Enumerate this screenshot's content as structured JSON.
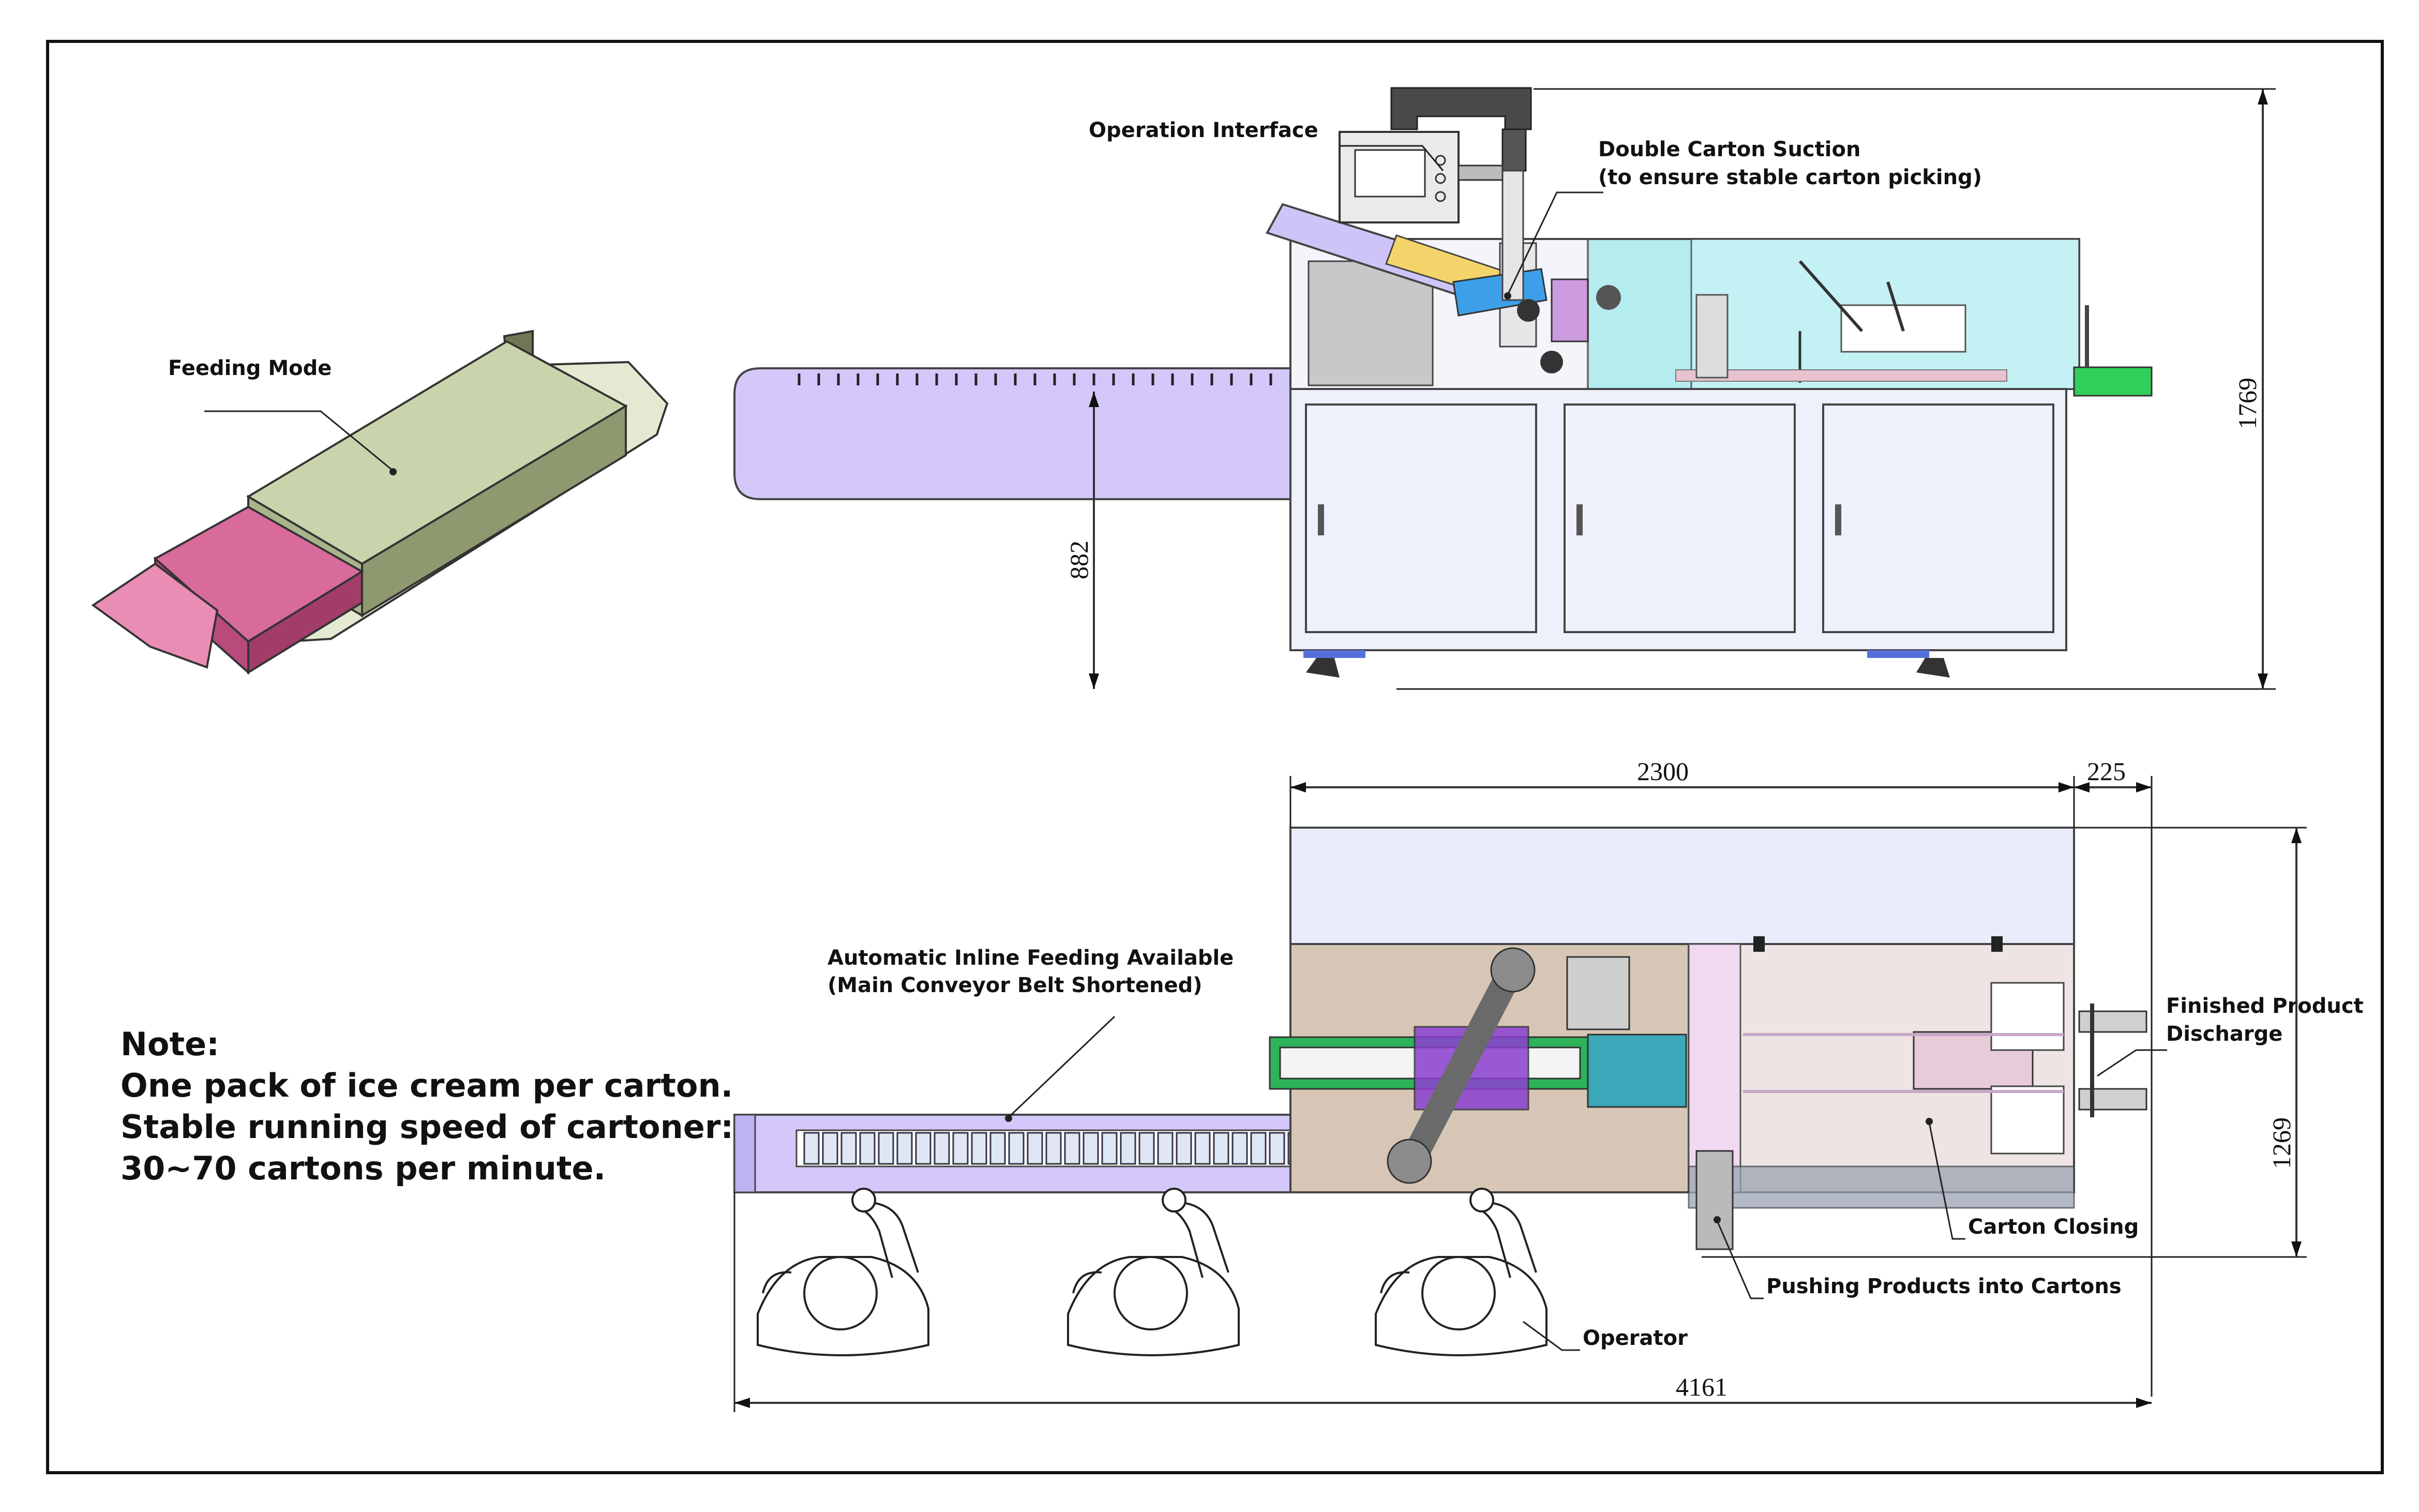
{
  "labels": {
    "feeding_mode": "Feeding Mode",
    "operation_interface": "Operation Interface",
    "double_suction_1": "Double Carton Suction",
    "double_suction_2": "(to ensure stable carton picking)",
    "auto_feed_1": "Automatic Inline Feeding Available",
    "auto_feed_2": "(Main Conveyor Belt Shortened)",
    "finished_1": "Finished Product",
    "finished_2": "Discharge",
    "carton_closing": "Carton Closing",
    "pushing": "Pushing Products into Cartons",
    "operator": "Operator"
  },
  "dimensions": {
    "height_total": "1769",
    "height_table": "882",
    "length_body": "2300",
    "length_ext": "225",
    "width": "1269",
    "length_total": "4161"
  },
  "note": {
    "title": "Note:",
    "line1": "One pack of ice cream per carton.",
    "line2": "Stable running speed of cartoner:",
    "line3": "30~70 cartons per minute."
  },
  "colors": {
    "conveyor": "#d4c8fb",
    "cabinet": "#eef0fc",
    "glass": "#9fe9ec",
    "carton_green": "#c9d4ad",
    "product_pink": "#d96a9c",
    "top_cover": "#e8ecfb"
  }
}
